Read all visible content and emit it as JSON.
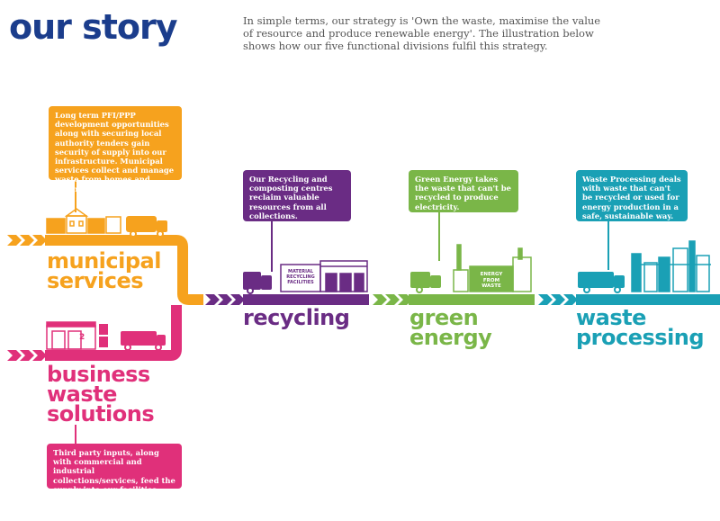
{
  "header": {
    "title": "our story",
    "intro": "In simple terms, our strategy is 'Own the waste, maximise the value of resource and produce renewable energy'. The illustration below shows how our five functional divisions fulfil this strategy."
  },
  "colors": {
    "title": "#1b3d8c",
    "municipal": "#f6a21e",
    "business": "#e0307a",
    "recycling": "#6a2c84",
    "green": "#7ab648",
    "waste": "#1aa0b5"
  },
  "divisions": {
    "municipal": {
      "label_line1": "municipal",
      "label_line2": "services",
      "description": "Long term PFI/PPP development opportunities along with securing local authority tenders gain security of supply into our infrastructure. Municipal services collect and manage waste from homes and communities."
    },
    "business": {
      "label_line1": "business",
      "label_line2": "waste",
      "label_line3": "solutions",
      "description": "Third party inputs, along with commercial and industrial collections/services, feed the supply into our facilities."
    },
    "recycling": {
      "label": "recycling",
      "description": "Our Recycling and composting centres reclaim valuable resources from all collections.",
      "building_sign": "MATERIAL RECYCLING FACILITIES"
    },
    "green": {
      "label_line1": "green",
      "label_line2": "energy",
      "description": "Green Energy takes the waste that can't be recycled to produce electricity.",
      "building_sign": "ENERGY FROM WASTE"
    },
    "waste": {
      "label_line1": "waste",
      "label_line2": "processing",
      "description": "Waste Processing deals with waste that can't be recycled or used for energy production in a safe, sustainable way."
    }
  },
  "shop_number": "2"
}
